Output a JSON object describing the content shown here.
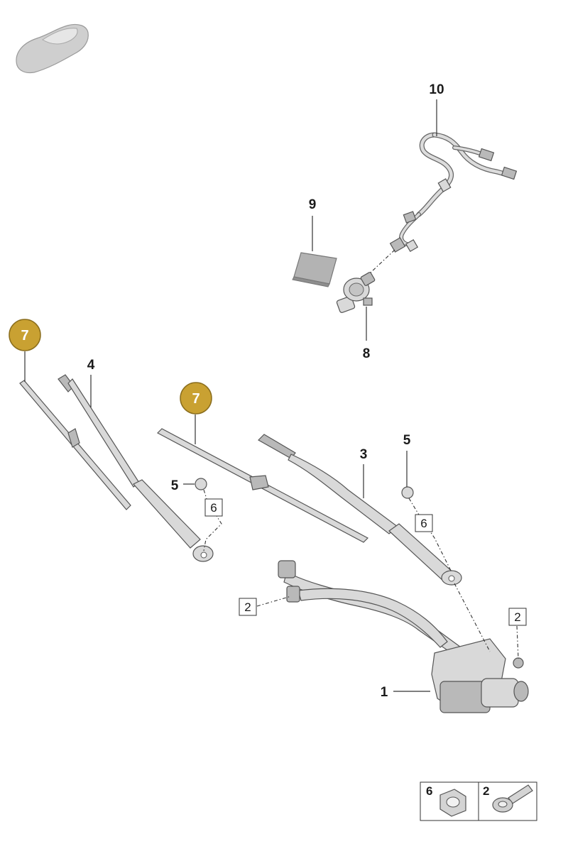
{
  "colors": {
    "badge_fill": "#c9a132",
    "badge_stroke": "#8a6d1c",
    "part_fill": "#d9d9d9",
    "part_outline": "#555555"
  },
  "callouts": {
    "c1": "1",
    "c3": "3",
    "c4": "4",
    "c5a": "5",
    "c5b": "5",
    "c8": "8",
    "c9": "9",
    "c10": "10"
  },
  "badges": {
    "b7a": "7",
    "b7b": "7"
  },
  "boxed": {
    "x6a": "6",
    "x6b": "6",
    "x2a": "2",
    "x2b": "2"
  },
  "legend": {
    "nut_label": "6",
    "bolt_label": "2"
  },
  "icons": {
    "car": "car-silhouette-icon",
    "nut": "hex-nut-icon",
    "bolt": "flange-bolt-icon"
  }
}
